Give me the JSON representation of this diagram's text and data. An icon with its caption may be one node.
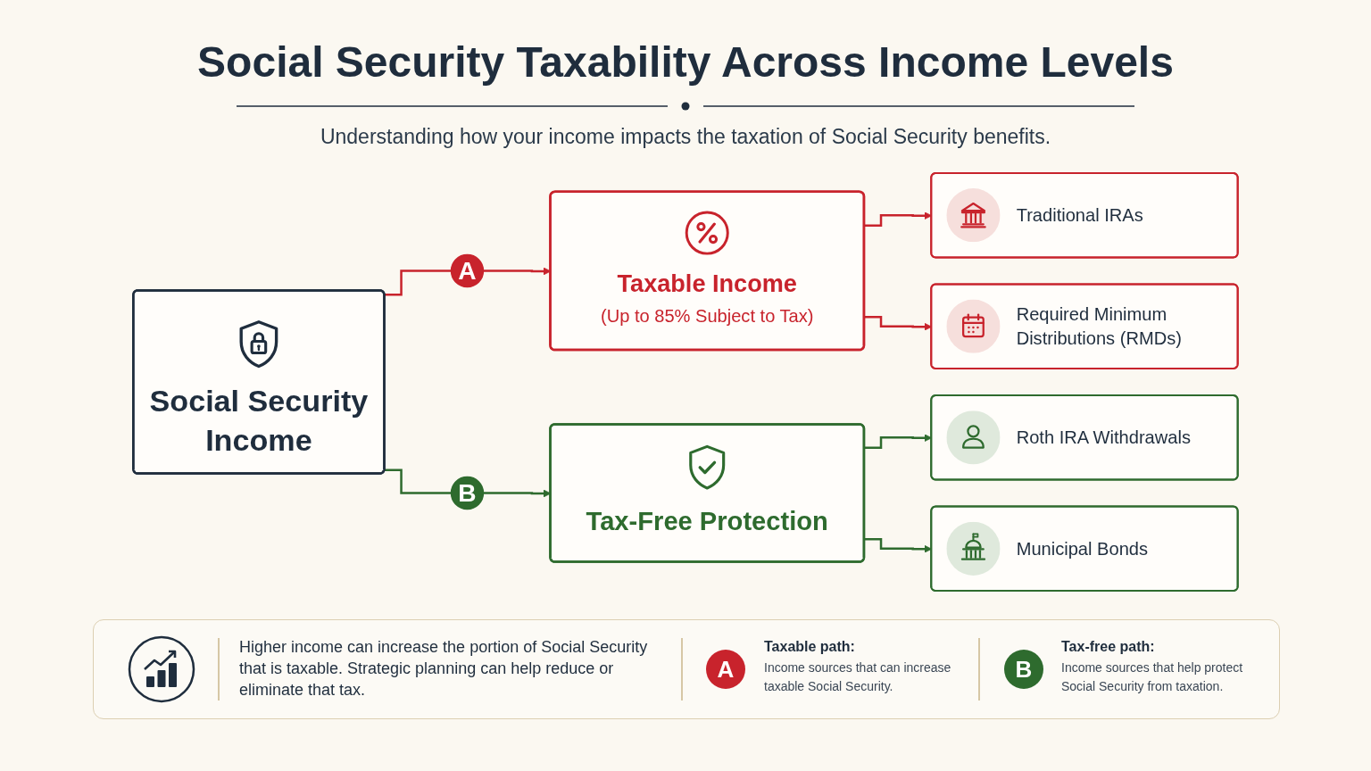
{
  "diagram": {
    "title": "Social Security Taxability Across Income Levels",
    "nodes": [
      {
        "text": [
          "Social Security Income"
        ]
      },
      {
        "text": [
          "A"
        ]
      },
      {
        "text": [
          "Taxable Income",
          "(Up to 85% Subject to Tax)"
        ]
      },
      {
        "text": [
          "Traditional IRAs"
        ]
      },
      {
        "text": [
          "Required Minimum Distributions (RMDs)"
        ]
      },
      {
        "text": [
          "B"
        ]
      },
      {
        "text": [
          "Tax-Free Protection"
        ]
      },
      {
        "text": [
          "Roth IRA Withdrawals"
        ]
      },
      {
        "text": [
          "Municipal Bonds"
        ]
      }
    ],
    "edges": [
      {
        "from": 0,
        "to": 1,
        "arrow": "none",
        "color": "#c8232c"
      },
      {
        "from": 1,
        "to": 2,
        "arrow": "to",
        "color": "#c8232c"
      },
      {
        "from": 2,
        "to": 3,
        "arrow": "to",
        "color": "#c8232c"
      },
      {
        "from": 2,
        "to": 4,
        "arrow": "to",
        "color": "#c8232c"
      },
      {
        "from": 0,
        "to": 5,
        "arrow": "none",
        "color": "#2e6b2e"
      },
      {
        "from": 5,
        "to": 6,
        "arrow": "to",
        "color": "#2e6b2e"
      },
      {
        "from": 6,
        "to": 7,
        "arrow": "to",
        "color": "#2e6b2e"
      },
      {
        "from": 6,
        "to": 8,
        "arrow": "to",
        "color": "#2e6b2e"
      }
    ],
    "labels": [
      "Understanding how your income impacts the taxation of Social Security benefits.",
      "Higher income can increase the portion of Social Security that is taxable. Strategic planning can help reduce or eliminate that tax.",
      "A",
      "Taxable path:",
      "Income sources that can increase taxable Social Security.",
      "B",
      "Tax-free path:",
      "Income sources that help protect Social Security from taxation."
    ]
  }
}
